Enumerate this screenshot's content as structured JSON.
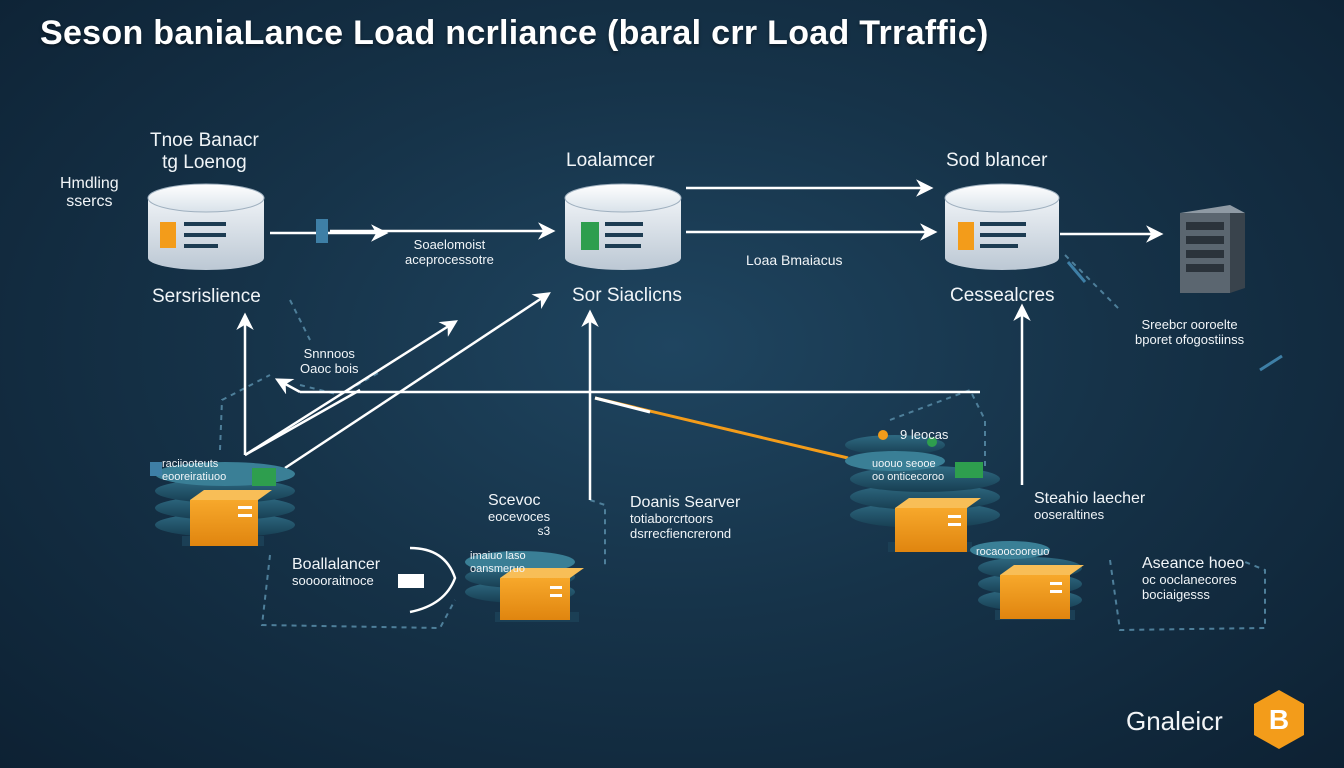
{
  "title": "Seson baniaLance Load ncrliance (baral crr Load Trraffic)",
  "colors": {
    "accent": "#f39c1a",
    "green": "#2e9e4e",
    "line": "#ffffff",
    "dashed": "#4e7f9a"
  },
  "labels": {
    "tl_balancer_line1": "Tnoe Banacr",
    "tl_balancer_line2": "tg Loenog",
    "handing_line1": "Hmdling",
    "handing_line2": "ssercs",
    "center_balancer": "Loalamcer",
    "right_balancer": "Sod blancer",
    "seserslience": "Sersrislience",
    "mid_small_line1": "Soaelomoist",
    "mid_small_line2": "aceprocessotre",
    "sor_slacions": "Sor Siaclicns",
    "load_bmalacs": "Loaa Bmaiacus",
    "cessealcres": "Cessealcres",
    "sreebor_line1": "Sreebcr ooroelte",
    "sreebor_line2": "bporet ofogostiinss",
    "snoos_line1": "Snnnoos",
    "snoos_line2": "Oaoc bois",
    "left_stack_line1": "raciiooteuts",
    "left_stack_line2": "eooreiratiuoo",
    "boalalancer_line1": "Boallalancer",
    "boalalancer_line2": "sooooraitnoce",
    "scevoc_line1": "Scevoc",
    "scevoc_line2": "eocevoces",
    "scevoc_line3": "s3",
    "mid_stack_line1": "imaiuo laso",
    "mid_stack_line2": "oansmeruo",
    "doanis_line1": "Doanis Searver",
    "doanis_line2": "totiaborcrtoors",
    "doanis_line3": "dsrrecfiencrerond",
    "right_top_stack": "9 leocas",
    "right_stack_line1": "uoouo seooe",
    "right_stack_line2": "oo onticecoroo",
    "stealio_line1": "Steahio laecher",
    "stealio_line2": "ooseraltines",
    "bottom_right_stack": "rocaoocooreuo",
    "aseance_line1": "Aseance hoeo",
    "aseance_line2": "oc ooclanecores",
    "aseance_line3": "bociaigesss",
    "brand": "Gnaleicr",
    "brand_badge": "B"
  }
}
